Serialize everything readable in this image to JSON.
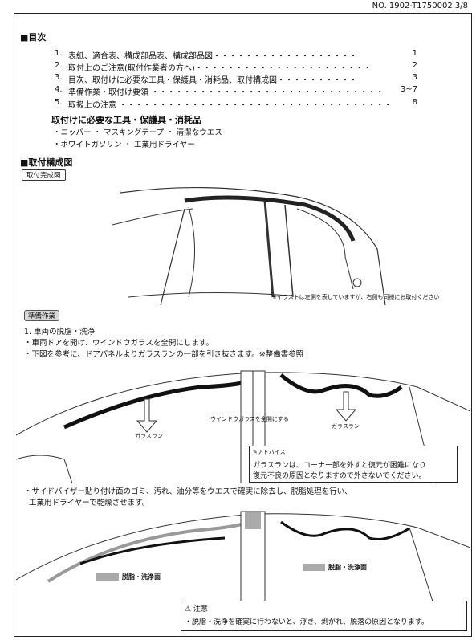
{
  "header": {
    "doc_no": "NO. 1902-T1750002 3/8"
  },
  "toc": {
    "heading": "■目次",
    "items": [
      {
        "num": "1.",
        "text": "表紙、適合表、構成部品表、構成部品図・・・・・・・・・・・・・・・・・・",
        "page": "1"
      },
      {
        "num": "2.",
        "text": "取付上のご注意(取付作業者の方へ)・・・・・・・・・・・・・・・・・・・・・・",
        "page": "2"
      },
      {
        "num": "3.",
        "text": "目次、取付けに必要な工具・保護具・消耗品、取付構成図・・・・・・・・・・",
        "page": "3"
      },
      {
        "num": "4.",
        "text": "準備作業・取付け要領 ・・・・・・・・・・・・・・・・・・・・・・・・・・・・・",
        "page": "3~7"
      },
      {
        "num": "5.",
        "text": "取扱上の注意 ・・・・・・・・・・・・・・・・・・・・・・・・・・・・・・・・・・",
        "page": "8"
      }
    ]
  },
  "tools": {
    "heading": "取付けに必要な工具・保護具・消耗品",
    "lines": [
      "・ニッパー ・ マスキングテープ ・ 清潔なウエス",
      "・ホワイトガソリン ・ 工業用ドライヤー"
    ]
  },
  "config": {
    "heading": "■取付構成図",
    "label": "取付完成図",
    "note": "※イラストは左側を表していますが、右側も同様にお取付ください"
  },
  "prep": {
    "label": "準備作業",
    "step": "1. 車両の脱脂・洗浄",
    "lines": [
      "・車両ドアを開け、ウインドウガラスを全開にします。",
      "・下図を参考に、ドアパネルよりガラスランの一部を引き抜きます。※整備書参照"
    ],
    "glassrun_left": "ガラスラン",
    "glassrun_right": "ガラスラン",
    "window_open": "ウインドウガラスを全開にする",
    "advice_title": "アドバイス",
    "advice_lines": [
      "ガラスランは、コーナー部を外すと復元が困難になり",
      "復元不良の原因となりますので外さないでください。"
    ],
    "degrease_lines": [
      "・サイドバイザー貼り付け面のゴミ、汚れ、油分等をウエスで確実に除去し、脱脂処理を行い、",
      "工業用ドライヤーで乾燥させます。"
    ],
    "degrease_label_left": "脱脂・洗浄面",
    "degrease_label_right": "脱脂・洗浄面",
    "caution_title": "注意",
    "caution_text": "・脱脂・洗浄を確実に行わないと、浮き、剥がれ、脱落の原因となります。"
  }
}
